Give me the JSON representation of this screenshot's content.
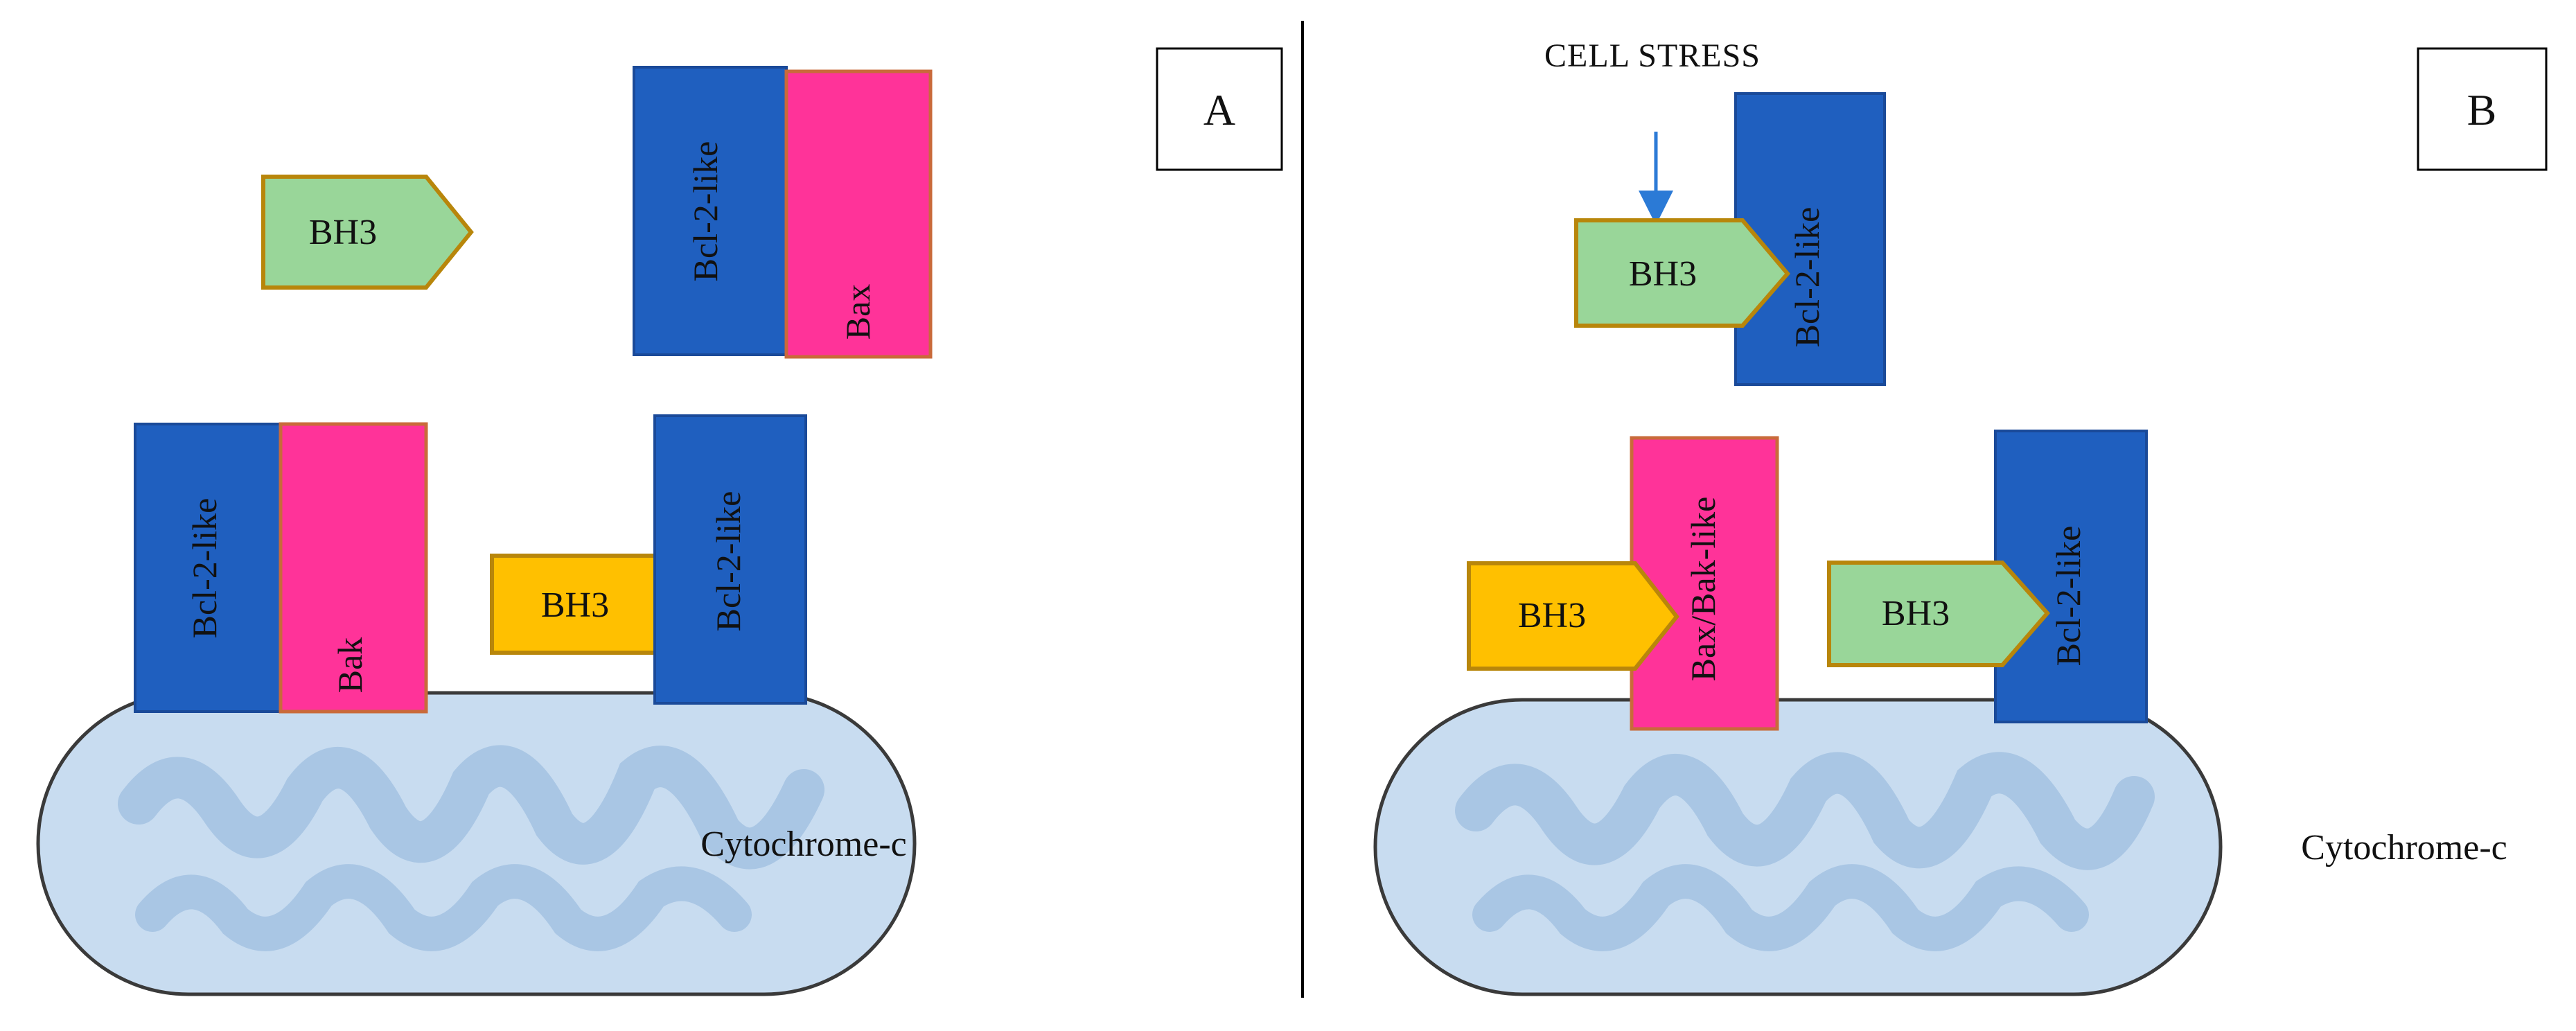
{
  "colors": {
    "bcl2": "#1f5fbf",
    "bcl2_border": "#1a4a99",
    "bax": "#ff3399",
    "bax_border": "#c96a3a",
    "bh3_green": "#99d699",
    "bh3_orange": "#ffc000",
    "bh3_border": "#b8860b",
    "mito_fill": "#c8dcf0",
    "mito_cristae": "#a9c6e4",
    "mito_stroke": "#3a3a3a",
    "arrow": "#2b7ad6",
    "divider": "#000000"
  },
  "icons": {
    "mitochondrion_a": "mitochondrion-icon",
    "mitochondrion_b": "mitochondrion-icon",
    "stress_arrow": "down-arrow-icon"
  },
  "panel_a": {
    "label": "A",
    "bh3_free": "BH3",
    "bcl2_top": "Bcl-2-like",
    "bax_top": "Bax",
    "bcl2_left": "Bcl-2-like",
    "bak_left": "Bak",
    "bh3_orange": "BH3",
    "bcl2_right": "Bcl-2-like",
    "cytochrome": "Cytochrome-c"
  },
  "panel_b": {
    "label": "B",
    "cell_stress": "CELL STRESS",
    "bh3_top": "BH3",
    "bcl2_top": "Bcl-2-like",
    "bh3_orange": "BH3",
    "baxbak": "Bax/Bak-like",
    "bh3_green": "BH3",
    "bcl2_right": "Bcl-2-like",
    "cytochrome": "Cytochrome-c"
  }
}
